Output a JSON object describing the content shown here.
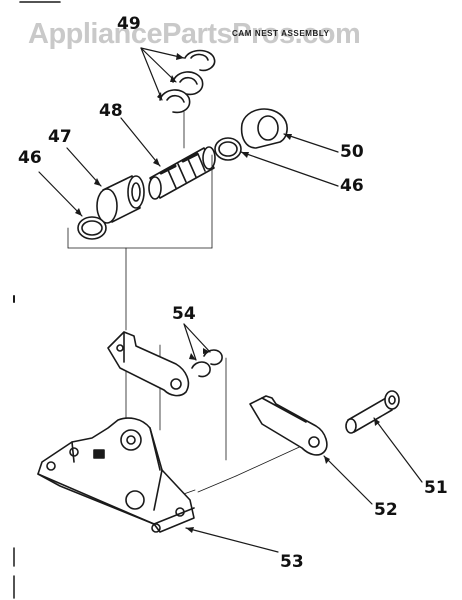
{
  "watermark": "AppliancePartsPros.com",
  "header": "CAM NEST ASSEMBLY",
  "callouts": [
    {
      "id": "46-left",
      "text": "46"
    },
    {
      "id": "47",
      "text": "47"
    },
    {
      "id": "48",
      "text": "48"
    },
    {
      "id": "49",
      "text": "49"
    },
    {
      "id": "50",
      "text": "50"
    },
    {
      "id": "46-right",
      "text": "46"
    },
    {
      "id": "54",
      "text": "54"
    },
    {
      "id": "51",
      "text": "51"
    },
    {
      "id": "52",
      "text": "52"
    },
    {
      "id": "53",
      "text": "53"
    }
  ]
}
